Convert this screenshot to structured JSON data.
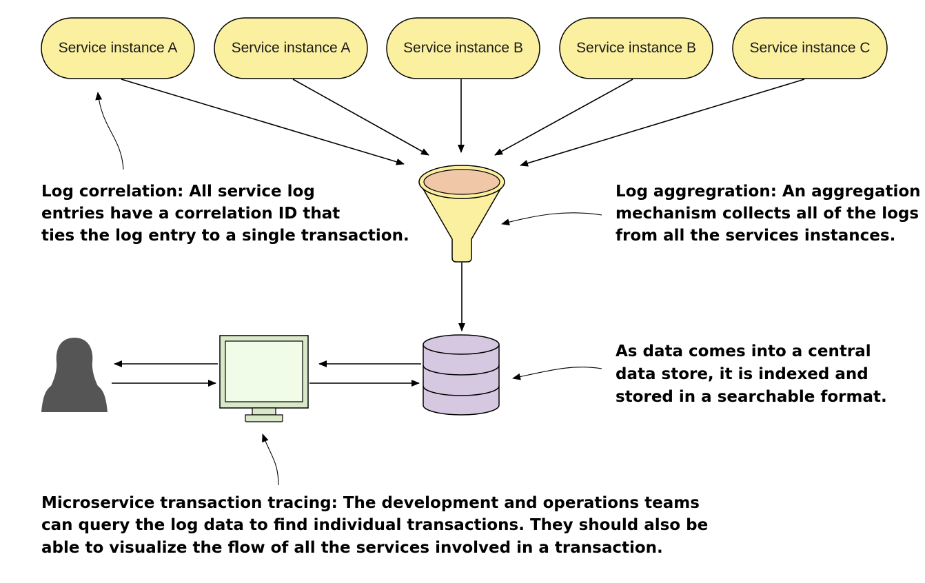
{
  "services": [
    {
      "label": "Service instance A"
    },
    {
      "label": "Service instance A"
    },
    {
      "label": "Service instance B"
    },
    {
      "label": "Service instance B"
    },
    {
      "label": "Service instance C"
    }
  ],
  "notes": {
    "log_correlation": [
      "Log correlation: All service log",
      "entries have a correlation ID that",
      "ties the log entry to a single transaction."
    ],
    "log_aggregation": [
      "Log aggregration: An aggregation",
      "mechanism collects all of the logs",
      "from all the services instances."
    ],
    "data_store": [
      "As data comes into a central",
      "data store, it is indexed and",
      "stored in a searchable format."
    ],
    "tracing": [
      "Microservice transaction tracing: The development and operations teams",
      "can query the log data to find individual transactions. They should also be",
      "able to visualize the flow of all the services involved in a transaction."
    ]
  },
  "colors": {
    "service_fill": "#fbf0a0",
    "funnel_fill": "#fbf0a0",
    "funnel_rim": "#f0c8a8",
    "database_fill": "#d6c8e0",
    "monitor_frame": "#d9e8c8",
    "monitor_screen": "#f0fce8",
    "person": "#555555",
    "stroke": "#000000"
  },
  "icons": {
    "aggregator": "funnel-icon",
    "store": "database-icon",
    "screen": "monitor-icon",
    "user": "person-icon"
  }
}
